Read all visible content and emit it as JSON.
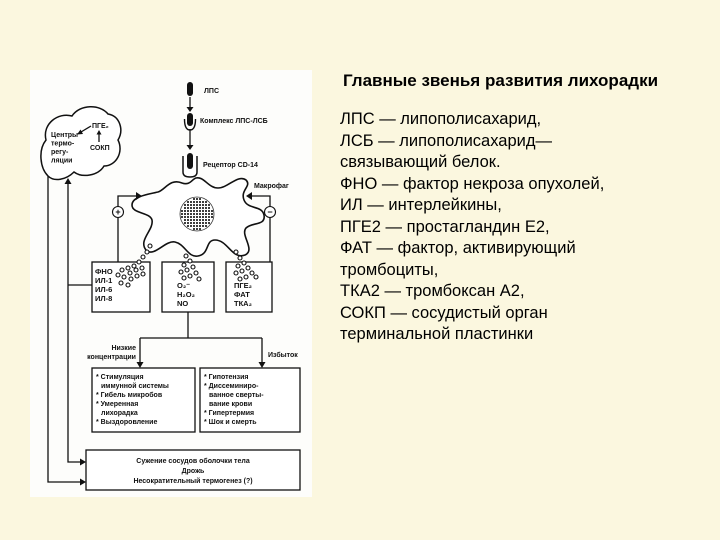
{
  "slide": {
    "title": "Главные звенья развития лихорадки",
    "legend": [
      "ЛПС — липополисахарид,",
      "ЛСБ — липополисахарид—",
      "связывающий белок.",
      "ФНО — фактор некроза опухолей,",
      "ИЛ — интерлейкины,",
      "ПГЕ2 — простагландин Е2,",
      "ФАТ — фактор, активирующий",
      "тромбоциты,",
      "ТКА2 — тромбоксан А2,",
      "СОКП — сосудистый орган",
      "терминальной пластинки"
    ]
  },
  "diagram": {
    "lps_label": "ЛПС",
    "complex_label": "Комплекс ЛПС-ЛСБ",
    "receptor_label": "Рецептор CD-14",
    "macrophage_label": "Макрофаг",
    "stimulation_sign": "+",
    "inhibition_sign": "−",
    "brain": {
      "pge2": "ПГЕ₂",
      "sokp": "СОКП",
      "centers": [
        "Центры",
        "термо-",
        "регу-",
        "ляции"
      ]
    },
    "mediators": {
      "left_box": [
        "ФНО",
        "ИЛ-1",
        "ИЛ-6",
        "ИЛ-8"
      ],
      "middle_box": [
        "O₂⁻",
        "H₂O₂",
        "NO"
      ],
      "right_box": [
        "ПГЕ₂",
        "ФАТ",
        "ТКА₂"
      ]
    },
    "low_concentration_label": [
      "Низкие",
      "концентрации"
    ],
    "excess_label": "Избыток",
    "low_effects": [
      "* Стимуляция",
      "иммунной системы",
      "* Гибель микробов",
      "* Умеренная",
      "лихорадка",
      "* Выздоровление"
    ],
    "excess_effects": [
      "* Гипотензия",
      "* Диссеминиро-",
      "ванное сверты-",
      "вание крови",
      "* Гипертермия",
      "* Шок и смерть"
    ],
    "thermo_response": [
      "Сужение сосудов оболочки тела",
      "Дрожь",
      "Несократительный термогенез (?)"
    ]
  }
}
